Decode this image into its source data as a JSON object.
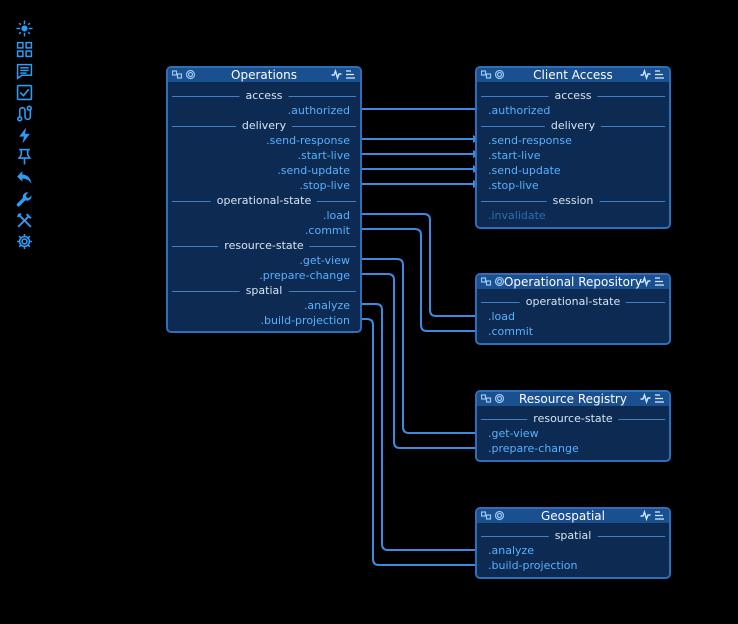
{
  "toolbar": [
    {
      "icon": "crosshair-icon"
    },
    {
      "icon": "grid-icon"
    },
    {
      "icon": "list-icon"
    },
    {
      "icon": "checkbox-icon"
    },
    {
      "icon": "route-icon"
    },
    {
      "icon": "lightning-icon"
    },
    {
      "icon": "pin-icon"
    },
    {
      "icon": "undo-icon"
    },
    {
      "icon": "wrench-icon"
    },
    {
      "icon": "tools-icon"
    },
    {
      "icon": "gear-icon"
    }
  ],
  "colors": {
    "background": "#000000",
    "node_fill": "#0c2a52",
    "node_border": "#2f6fb9",
    "header_fill": "#1a4f90",
    "port_text": "#58b1ff",
    "wire": "#3d8be0",
    "section_text": "#d7e4f3"
  },
  "nodes": {
    "operations": {
      "title": "Operations",
      "sections": {
        "access": "access",
        "delivery": "delivery",
        "operational_state": "operational-state",
        "resource_state": "resource-state",
        "spatial": "spatial"
      },
      "ports": {
        "authorized": ".authorized",
        "send_response": ".send-response",
        "start_live": ".start-live",
        "send_update": ".send-update",
        "stop_live": ".stop-live",
        "load": ".load",
        "commit": ".commit",
        "get_view": ".get-view",
        "prepare_change": ".prepare-change",
        "analyze": ".analyze",
        "build_projection": ".build-projection"
      }
    },
    "client_access": {
      "title": "Client Access",
      "sections": {
        "access": "access",
        "delivery": "delivery",
        "session": "session"
      },
      "ports": {
        "authorized": ".authorized",
        "send_response": ".send-response",
        "start_live": ".start-live",
        "send_update": ".send-update",
        "stop_live": ".stop-live",
        "invalidate": ".invalidate"
      }
    },
    "operational_repository": {
      "title": "Operational Repository",
      "sections": {
        "operational_state": "operational-state"
      },
      "ports": {
        "load": ".load",
        "commit": ".commit"
      }
    },
    "resource_registry": {
      "title": "Resource Registry",
      "sections": {
        "resource_state": "resource-state"
      },
      "ports": {
        "get_view": ".get-view",
        "prepare_change": ".prepare-change"
      }
    },
    "geospatial": {
      "title": "Geospatial",
      "sections": {
        "spatial": "spatial"
      },
      "ports": {
        "analyze": ".analyze",
        "build_projection": ".build-projection"
      }
    }
  }
}
